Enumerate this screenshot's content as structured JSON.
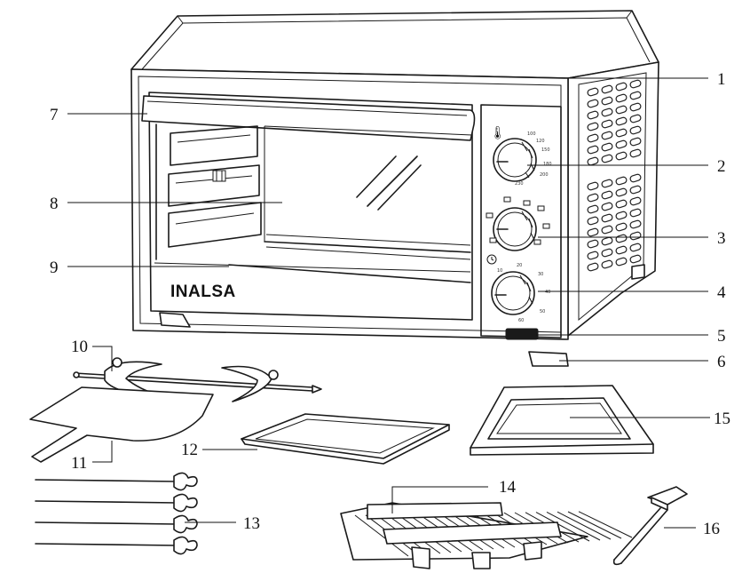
{
  "brand_label": "INALSA",
  "callouts": [
    {
      "id": "1",
      "label": "1"
    },
    {
      "id": "2",
      "label": "2"
    },
    {
      "id": "3",
      "label": "3"
    },
    {
      "id": "4",
      "label": "4"
    },
    {
      "id": "5",
      "label": "5"
    },
    {
      "id": "6",
      "label": "6"
    },
    {
      "id": "7",
      "label": "7"
    },
    {
      "id": "8",
      "label": "8"
    },
    {
      "id": "9",
      "label": "9"
    },
    {
      "id": "10",
      "label": "10"
    },
    {
      "id": "11",
      "label": "11"
    },
    {
      "id": "12",
      "label": "12"
    },
    {
      "id": "13",
      "label": "13"
    },
    {
      "id": "14",
      "label": "14"
    },
    {
      "id": "15",
      "label": "15"
    },
    {
      "id": "16",
      "label": "16"
    }
  ],
  "dial_scales": {
    "temperature": [
      "100",
      "120",
      "150",
      "180",
      "200",
      "230"
    ],
    "timer": [
      "10",
      "20",
      "30",
      "40",
      "50",
      "60"
    ]
  }
}
